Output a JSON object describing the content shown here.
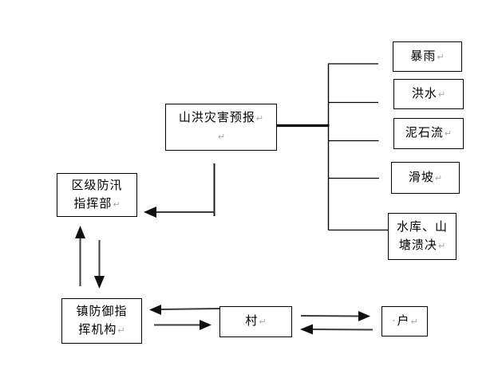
{
  "diagram": {
    "nodes": {
      "forecast": {
        "label": "山洪灾害预报"
      },
      "rainstorm": {
        "label": "暴雨"
      },
      "flood": {
        "label": "洪水"
      },
      "debris_flow": {
        "label": "泥石流"
      },
      "landslide": {
        "label": "滑坡"
      },
      "reservoir_burst": {
        "line1": "水库、山",
        "line2": "塘溃决"
      },
      "district_hq": {
        "line1": "区级防汛",
        "line2": "指挥部"
      },
      "town_hq": {
        "line1": "镇防御指",
        "line2": "挥机构"
      },
      "village": {
        "label": "村"
      },
      "household": {
        "label": "户"
      }
    },
    "marks": {
      "paragraph": "↵",
      "space_dot": "·"
    },
    "colors": {
      "background": "#ffffff",
      "border": "#000000",
      "tree_line": "#000000",
      "arrow_shaft": "#3c3c3c",
      "arrow_head": "#101010",
      "formatting_mark": "#a6a6a6",
      "text": "#000000"
    }
  }
}
